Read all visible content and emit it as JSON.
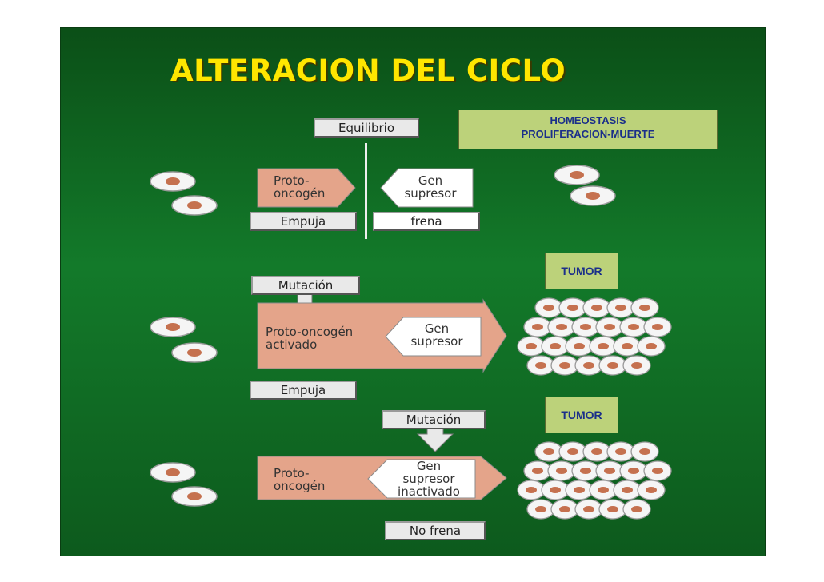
{
  "title": "ALTERACION DEL CICLO",
  "homeostasis": [
    "HOMEOSTASIS",
    "PROLIFERACION-MUERTE"
  ],
  "tumor_1": "TUMOR",
  "tumor_2": "TUMOR",
  "row1": {
    "equilibrio": "Equilibrio",
    "proto": [
      "Proto-",
      "oncogén"
    ],
    "gen": [
      "Gen",
      "supresor"
    ],
    "empuja": "Empuja",
    "frena": "frena"
  },
  "row2": {
    "mutacion": "Mutación",
    "proto": [
      "Proto-oncogén",
      "activado"
    ],
    "gen": [
      "Gen",
      "supresor"
    ],
    "empuja": "Empuja"
  },
  "row3": {
    "mutacion": "Mutación",
    "proto": [
      "Proto-",
      "oncogén"
    ],
    "gen": [
      "Gen",
      "supresor",
      "inactivado"
    ],
    "no_frena": "No frena"
  },
  "colors": {
    "background": "#137a2a",
    "title": "#ffe600",
    "tag_fill": "#bcd27a",
    "tag_text": "#1b2f8a",
    "proto_arrow": "#e4a48a",
    "cell_nucleus": "#c5714f"
  }
}
